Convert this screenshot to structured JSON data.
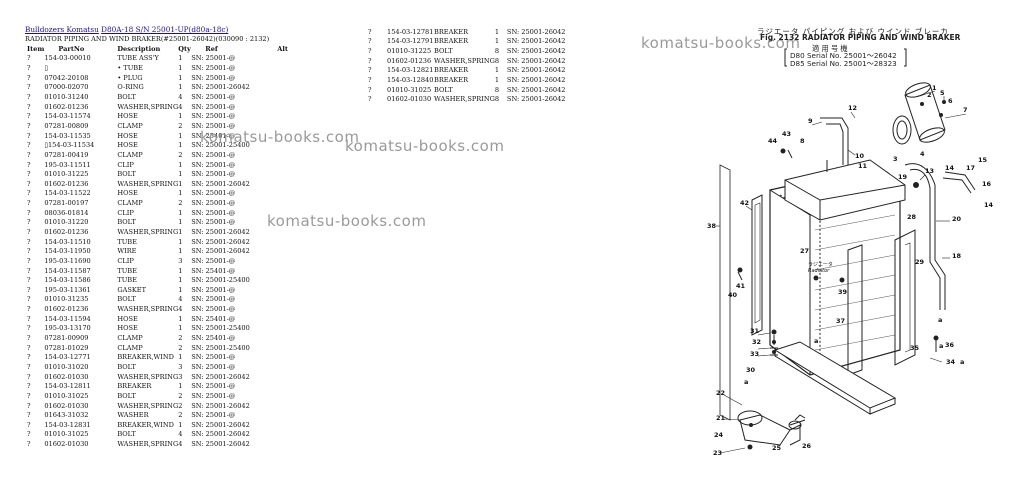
{
  "breadcrumb": {
    "part1": "Bulldozers Komatsu",
    "part2": "D80A-18 S/N 25001-UP(d80a-18c)"
  },
  "subtitle": "RADIATOR PIPING AND WIND BRAKER(#25001-26042)(030090 : 2132)",
  "table_headers": {
    "item": "Item",
    "part_no": "PartNo",
    "description": "Description",
    "qty": "Qty",
    "ref": "Ref",
    "alt": "Alt"
  },
  "left_rows": [
    {
      "item": "?",
      "pn": "154-03-00010",
      "desc": "TUBE ASS'Y",
      "qty": "1",
      "ref": "SN: 25001-@"
    },
    {
      "item": "?",
      "pn": "▯",
      "desc": "• TUBE",
      "qty": "1",
      "ref": "SN: 25001-@"
    },
    {
      "item": "?",
      "pn": "07042-20108",
      "desc": "• PLUG",
      "qty": "1",
      "ref": "SN: 25001-@"
    },
    {
      "item": "?",
      "pn": "07000-02070",
      "desc": "O-RING",
      "qty": "1",
      "ref": "SN: 25001-26042"
    },
    {
      "item": "?",
      "pn": "01010-31240",
      "desc": "BOLT",
      "qty": "4",
      "ref": "SN: 25001-@"
    },
    {
      "item": "?",
      "pn": "01602-01236",
      "desc": "WASHER,SPRING",
      "qty": "4",
      "ref": "SN: 25001-@"
    },
    {
      "item": "?",
      "pn": "154-03-11574",
      "desc": "HOSE",
      "qty": "1",
      "ref": "SN: 25001-@"
    },
    {
      "item": "?",
      "pn": "07281-00809",
      "desc": "CLAMP",
      "qty": "2",
      "ref": "SN: 25001-@"
    },
    {
      "item": "?",
      "pn": "154-03-11535",
      "desc": "HOSE",
      "qty": "1",
      "ref": "SN: 25401-@"
    },
    {
      "item": "?",
      "pn": "▯154-03-11534",
      "desc": "HOSE",
      "qty": "1",
      "ref": "SN: 25001-25400"
    },
    {
      "item": "?",
      "pn": "07281-00419",
      "desc": "CLAMP",
      "qty": "2",
      "ref": "SN: 25001-@"
    },
    {
      "item": "?",
      "pn": "195-03-11511",
      "desc": "CLIP",
      "qty": "1",
      "ref": "SN: 25001-@"
    },
    {
      "item": "?",
      "pn": "01010-31225",
      "desc": "BOLT",
      "qty": "1",
      "ref": "SN: 25001-@"
    },
    {
      "item": "?",
      "pn": "01602-01236",
      "desc": "WASHER,SPRING",
      "qty": "1",
      "ref": "SN: 25001-26042"
    },
    {
      "item": "?",
      "pn": "154-03-11522",
      "desc": "HOSE",
      "qty": "1",
      "ref": "SN: 25001-@"
    },
    {
      "item": "?",
      "pn": "07281-00197",
      "desc": "CLAMP",
      "qty": "2",
      "ref": "SN: 25001-@"
    },
    {
      "item": "?",
      "pn": "08036-01814",
      "desc": "CLIP",
      "qty": "1",
      "ref": "SN: 25001-@"
    },
    {
      "item": "?",
      "pn": "01010-31220",
      "desc": "BOLT",
      "qty": "1",
      "ref": "SN: 25001-@"
    },
    {
      "item": "?",
      "pn": "01602-01236",
      "desc": "WASHER,SPRING",
      "qty": "1",
      "ref": "SN: 25001-26042"
    },
    {
      "item": "?",
      "pn": "154-03-11510",
      "desc": "TUBE",
      "qty": "1",
      "ref": "SN: 25001-26042"
    },
    {
      "item": "?",
      "pn": "154-03-11950",
      "desc": "WIRE",
      "qty": "1",
      "ref": "SN: 25001-26042"
    },
    {
      "item": "?",
      "pn": "195-03-11690",
      "desc": "CLIP",
      "qty": "3",
      "ref": "SN: 25001-@"
    },
    {
      "item": "?",
      "pn": "154-03-11587",
      "desc": "TUBE",
      "qty": "1",
      "ref": "SN: 25401-@"
    },
    {
      "item": "?",
      "pn": "154-03-11586",
      "desc": "TUBE",
      "qty": "1",
      "ref": "SN: 25001-25400"
    },
    {
      "item": "?",
      "pn": "195-03-11361",
      "desc": "GASKET",
      "qty": "1",
      "ref": "SN: 25001-@"
    },
    {
      "item": "?",
      "pn": "01010-31235",
      "desc": "BOLT",
      "qty": "4",
      "ref": "SN: 25001-@"
    },
    {
      "item": "?",
      "pn": "01602-01236",
      "desc": "WASHER,SPRING",
      "qty": "4",
      "ref": "SN: 25001-@"
    },
    {
      "item": "?",
      "pn": "154-03-11594",
      "desc": "HOSE",
      "qty": "1",
      "ref": "SN: 25401-@"
    },
    {
      "item": "?",
      "pn": "195-03-13170",
      "desc": "HOSE",
      "qty": "1",
      "ref": "SN: 25001-25400"
    },
    {
      "item": "?",
      "pn": "07281-00909",
      "desc": "CLAMP",
      "qty": "2",
      "ref": "SN: 25401-@"
    },
    {
      "item": "?",
      "pn": "07281-01029",
      "desc": "CLAMP",
      "qty": "2",
      "ref": "SN: 25001-25400"
    },
    {
      "item": "?",
      "pn": "154-03-12771",
      "desc": "BREAKER,WIND",
      "qty": "1",
      "ref": "SN: 25001-@"
    },
    {
      "item": "?",
      "pn": "01010-31020",
      "desc": "BOLT",
      "qty": "3",
      "ref": "SN: 25001-@"
    },
    {
      "item": "?",
      "pn": "01602-01030",
      "desc": "WASHER,SPRING",
      "qty": "3",
      "ref": "SN: 25001-26042"
    },
    {
      "item": "?",
      "pn": "154-03-12811",
      "desc": "BREAKER",
      "qty": "1",
      "ref": "SN: 25001-@"
    },
    {
      "item": "?",
      "pn": "01010-31025",
      "desc": "BOLT",
      "qty": "2",
      "ref": "SN: 25001-@"
    },
    {
      "item": "?",
      "pn": "01602-01030",
      "desc": "WASHER,SPRING",
      "qty": "2",
      "ref": "SN: 25001-26042"
    },
    {
      "item": "?",
      "pn": "01643-31032",
      "desc": "WASHER",
      "qty": "2",
      "ref": "SN: 25001-@"
    },
    {
      "item": "?",
      "pn": "154-03-12831",
      "desc": "BREAKER,WIND",
      "qty": "1",
      "ref": "SN: 25001-26042"
    },
    {
      "item": "?",
      "pn": "01010-31025",
      "desc": "BOLT",
      "qty": "4",
      "ref": "SN: 25001-26042"
    },
    {
      "item": "?",
      "pn": "01602-01030",
      "desc": "WASHER,SPRING",
      "qty": "4",
      "ref": "SN: 25001-26042"
    }
  ],
  "right_rows": [
    {
      "item": "?",
      "pn": "154-03-12781",
      "desc": "BREAKER",
      "qty": "1",
      "ref": "SN: 25001-26042"
    },
    {
      "item": "?",
      "pn": "154-03-12791",
      "desc": "BREAKER",
      "qty": "1",
      "ref": "SN: 25001-26042"
    },
    {
      "item": "?",
      "pn": "01010-31225",
      "desc": "BOLT",
      "qty": "8",
      "ref": "SN: 25001-26042"
    },
    {
      "item": "?",
      "pn": "01602-01236",
      "desc": "WASHER,SPRING",
      "qty": "8",
      "ref": "SN: 25001-26042"
    },
    {
      "item": "?",
      "pn": "154-03-12821",
      "desc": "BREAKER",
      "qty": "1",
      "ref": "SN: 25001-26042"
    },
    {
      "item": "?",
      "pn": "154-03-12840",
      "desc": "BREAKER",
      "qty": "1",
      "ref": "SN: 25001-26042"
    },
    {
      "item": "?",
      "pn": "01010-31025",
      "desc": "BOLT",
      "qty": "8",
      "ref": "SN: 25001-26042"
    },
    {
      "item": "?",
      "pn": "01602-01030",
      "desc": "WASHER,SPRING",
      "qty": "8",
      "ref": "SN: 25001-26042"
    }
  ],
  "watermarks": [
    "komatsu-books.com",
    "komatsu-books.com",
    "komatsu-books.com",
    "komatsu-books.com"
  ],
  "diagram": {
    "title_jp": "ラジエータ パイピング および ウインド ブレーカ",
    "title_en": "Fig. 2132 RADIATOR PIPING AND WIND BRAKER",
    "serial_heading": "適 用 号 機",
    "serial_1": "D80 Serial No. 25001～26042",
    "serial_2": "D85 Serial No. 25001～28323",
    "radiator_jp": "ラジエータ",
    "radiator_en": "Radiator",
    "callouts": [
      "1",
      "2",
      "3",
      "4",
      "5",
      "6",
      "7",
      "8",
      "9",
      "10",
      "11",
      "12",
      "13",
      "14",
      "14",
      "15",
      "16",
      "17",
      "18",
      "19",
      "20",
      "21",
      "22",
      "23",
      "24",
      "25",
      "26",
      "27",
      "28",
      "29",
      "30",
      "31",
      "32",
      "33",
      "34",
      "35",
      "36",
      "37",
      "38",
      "39",
      "40",
      "41",
      "42",
      "43",
      "44",
      "a",
      "a",
      "a"
    ]
  }
}
